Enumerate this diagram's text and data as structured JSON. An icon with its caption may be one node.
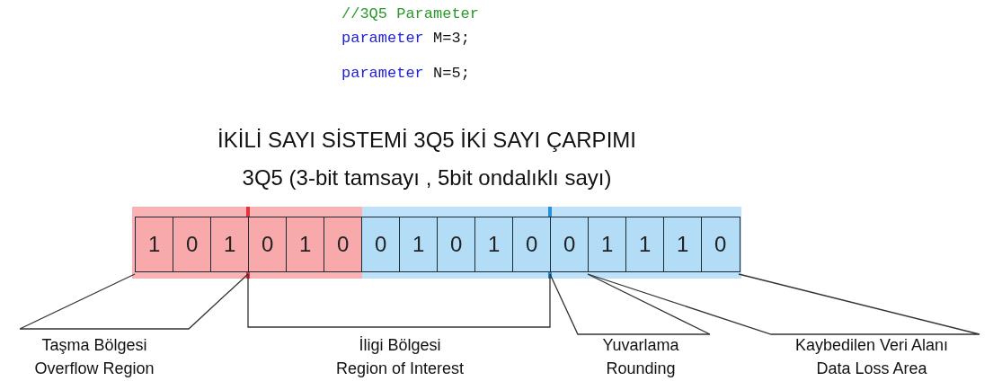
{
  "diagram": {
    "title": "İKİLİ SAYI SİSTEMİ 3Q5 İKİ SAYI ÇARPIMI",
    "nodes": [
      {
        "text": [
          "1"
        ]
      },
      {
        "text": [
          "0"
        ]
      },
      {
        "text": [
          "1"
        ]
      },
      {
        "text": [
          "0"
        ]
      },
      {
        "text": [
          "1"
        ]
      },
      {
        "text": [
          "0"
        ]
      },
      {
        "text": [
          "0"
        ]
      },
      {
        "text": [
          "1"
        ]
      },
      {
        "text": [
          "0"
        ]
      },
      {
        "text": [
          "1"
        ]
      },
      {
        "text": [
          "0"
        ]
      },
      {
        "text": [
          "0"
        ]
      },
      {
        "text": [
          "1"
        ]
      },
      {
        "text": [
          "1"
        ]
      },
      {
        "text": [
          "1"
        ]
      },
      {
        "text": [
          "0"
        ]
      }
    ],
    "edges": [],
    "labels": [
      "//3Q5 Parameter",
      "parameter M=3;",
      "parameter N=5;",
      "3Q5 (3-bit tamsayı , 5bit ondalıklı sayı)",
      "Taşma Bölgesi",
      "Overflow Region",
      "İligi Bölgesi",
      "Region of Interest",
      "Yuvarlama",
      "Rounding",
      "Kaybedilen Veri Alanı",
      "Data Loss Area"
    ]
  }
}
